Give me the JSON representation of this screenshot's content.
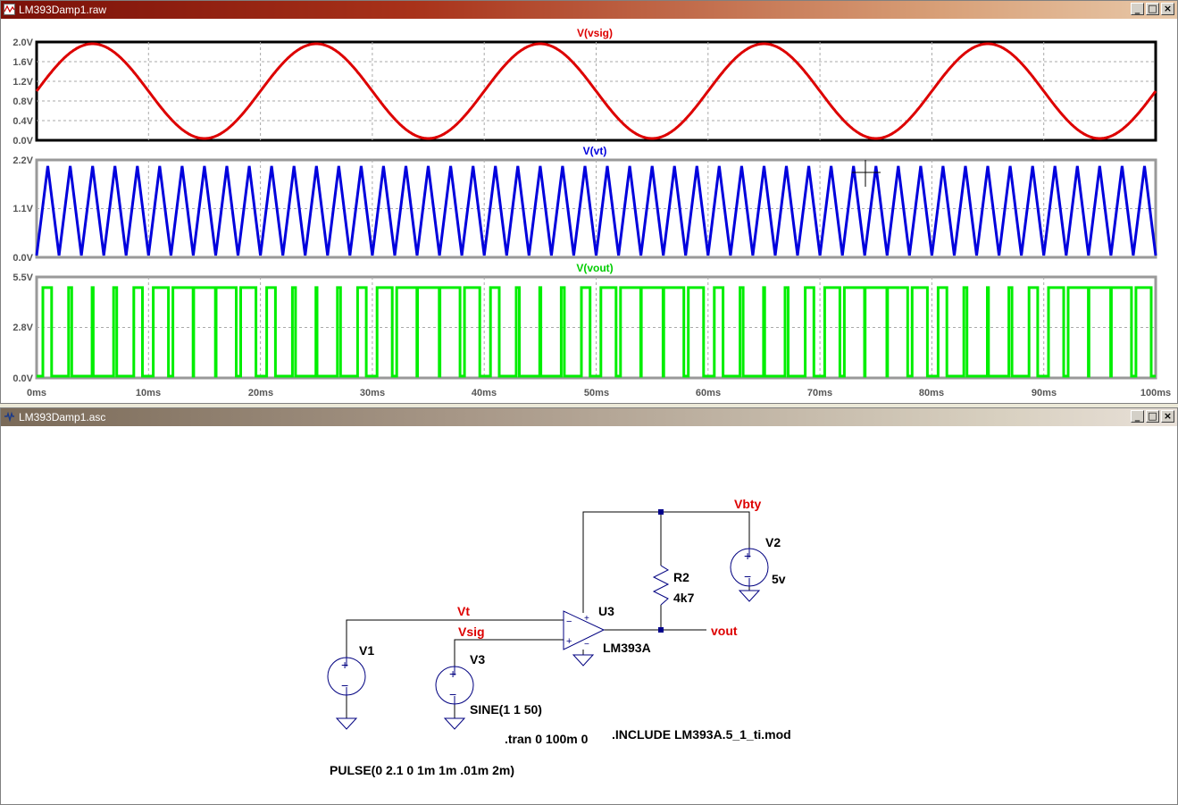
{
  "waveform_window": {
    "title": "LM393Damp1.raw",
    "controls": {
      "minimize": "_",
      "maximize": "□",
      "close": "×"
    },
    "plots": [
      {
        "trace": "V(vsig)",
        "color": "#dd0000",
        "yticks": [
          "2.0V",
          "1.6V",
          "1.2V",
          "0.8V",
          "0.4V",
          "0.0V"
        ]
      },
      {
        "trace": "V(vt)",
        "color": "#0000dd",
        "yticks": [
          "2.2V",
          "1.1V",
          "0.0V"
        ]
      },
      {
        "trace": "V(vout)",
        "color": "#00ee00",
        "yticks": [
          "5.5V",
          "2.8V",
          "0.0V"
        ]
      }
    ],
    "xticks": [
      "0ms",
      "10ms",
      "20ms",
      "30ms",
      "40ms",
      "50ms",
      "60ms",
      "70ms",
      "80ms",
      "90ms",
      "100ms"
    ]
  },
  "schematic_window": {
    "title": "LM393Damp1.asc",
    "controls": {
      "minimize": "_",
      "maximize": "□",
      "close": "×"
    },
    "nets": {
      "vt": "Vt",
      "vsig": "Vsig",
      "vout": "vout",
      "vbty": "Vbty"
    },
    "components": {
      "v1": {
        "name": "V1",
        "value": "PULSE(0 2.1 0 1m 1m .01m 2m)"
      },
      "v3": {
        "name": "V3",
        "value": "SINE(1 1 50)"
      },
      "v2": {
        "name": "V2",
        "value": "5v"
      },
      "r2": {
        "name": "R2",
        "value": "4k7"
      },
      "u3": {
        "name": "U3",
        "value": "LM393A"
      }
    },
    "directives": {
      "tran": ".tran 0 100m 0",
      "include": ".INCLUDE LM393A.5_1_ti.mod"
    },
    "pin_marks": {
      "plus": "+",
      "minus": "−"
    }
  },
  "chart_data": {
    "type": "line",
    "x_unit": "ms",
    "x_range": [
      0,
      100
    ],
    "grid": true,
    "series": [
      {
        "name": "V(vsig)",
        "shape": "sine",
        "offset_v": 1.0,
        "amplitude_v": 1.0,
        "frequency_hz": 50,
        "ylim": [
          0,
          2.0
        ]
      },
      {
        "name": "V(vt)",
        "shape": "triangle",
        "low_v": 0,
        "high_v": 2.1,
        "period_ms": 2,
        "ylim": [
          0,
          2.2
        ]
      },
      {
        "name": "V(vout)",
        "shape": "square",
        "low_v": 0,
        "high_v": 5.0,
        "ylim": [
          0,
          5.5
        ]
      }
    ]
  }
}
